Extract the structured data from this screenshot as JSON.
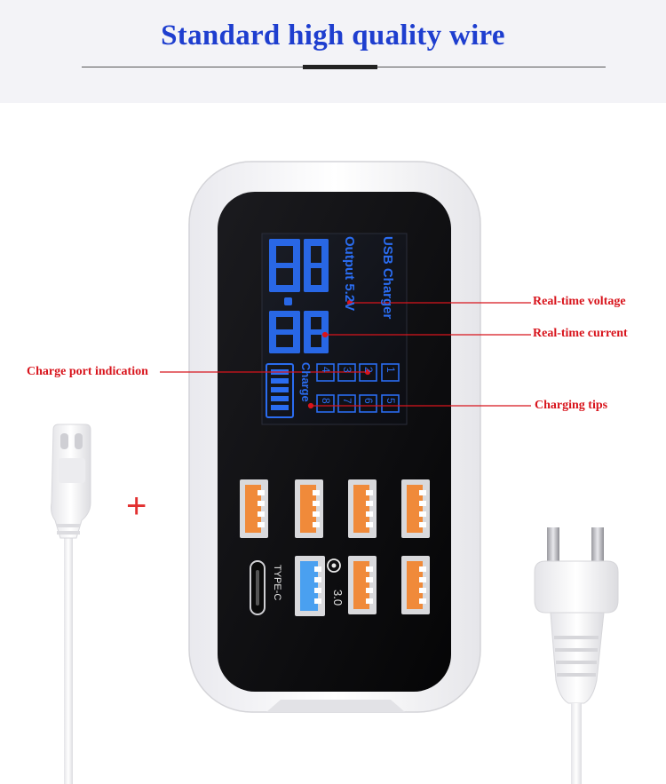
{
  "header": {
    "title": "Standard high quality wire"
  },
  "callouts": {
    "voltage": "Real-time voltage",
    "current": "Real-time current",
    "port": "Charge port indication",
    "tips": "Charging tips"
  },
  "device": {
    "lcd_title": "USB Charger",
    "lcd_output": "Output 5.2V",
    "lcd_charge": "Charge",
    "port_numbers": [
      "1",
      "2",
      "3",
      "4",
      "5",
      "6",
      "7",
      "8"
    ],
    "typec_label": "TYPE-C",
    "qc_label": "3.0"
  },
  "plus_sign": "+",
  "colors": {
    "title": "#1e3ecf",
    "callout": "#d8141c",
    "lcd_blue": "#2a6cf0",
    "usb_orange": "#f08a3a",
    "usb_blue": "#4aa0f0"
  }
}
